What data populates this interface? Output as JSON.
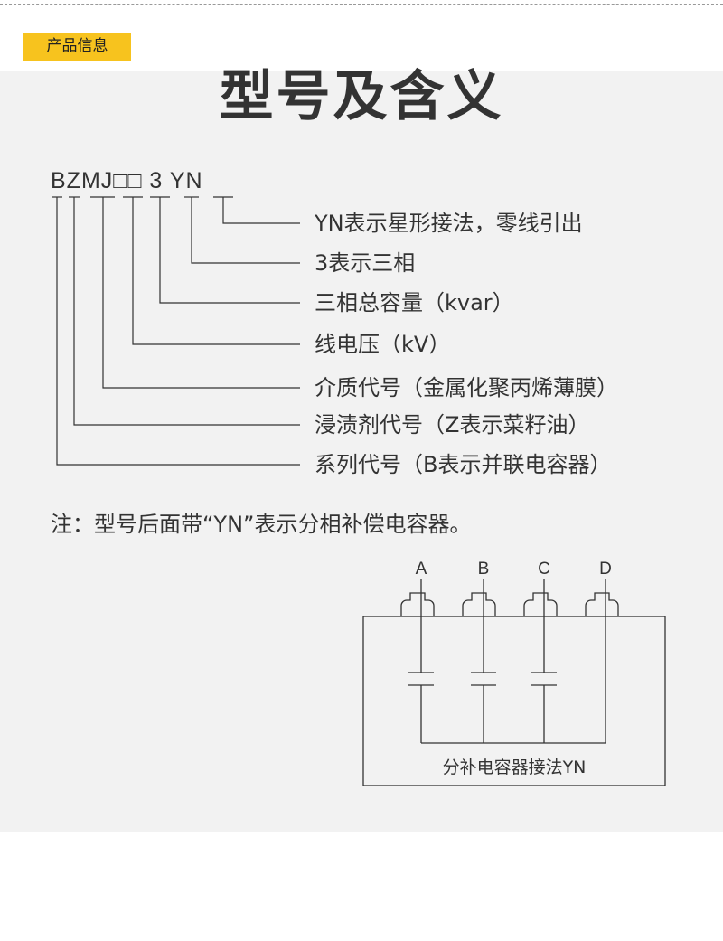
{
  "tag": {
    "label": "产品信息"
  },
  "title": "型号及含义",
  "model_code": "BZMJ□□ 3 YN",
  "descriptions": [
    "YN表示星形接法，零线引出",
    "3表示三相",
    "三相总容量（kvar）",
    "线电压（kV）",
    "介质代号（金属化聚丙烯薄膜）",
    "浸渍剂代号（Z表示菜籽油）",
    "系列代号（B表示并联电容器）"
  ],
  "note": "注：型号后面带“YN”表示分相补偿电容器。",
  "schematic": {
    "phases": [
      "A",
      "B",
      "C",
      "D"
    ],
    "caption": "分补电容器接法YN"
  }
}
